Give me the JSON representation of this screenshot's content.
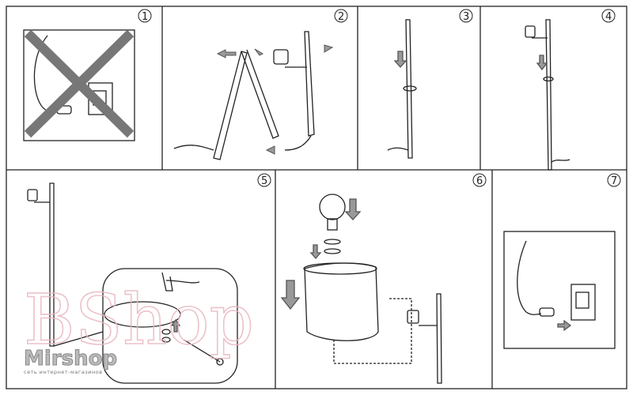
{
  "steps": [
    {
      "number": "1"
    },
    {
      "number": "2"
    },
    {
      "number": "3"
    },
    {
      "number": "4"
    },
    {
      "number": "5"
    },
    {
      "number": "6"
    },
    {
      "number": "7"
    }
  ],
  "watermarks": {
    "main": "BShop",
    "logo": "Mirshop",
    "logo_tagline": "сеть интернет-магазинов"
  },
  "colors": {
    "line": "#222222",
    "arrow": "#888888",
    "watermark": "#e9b8c0"
  }
}
